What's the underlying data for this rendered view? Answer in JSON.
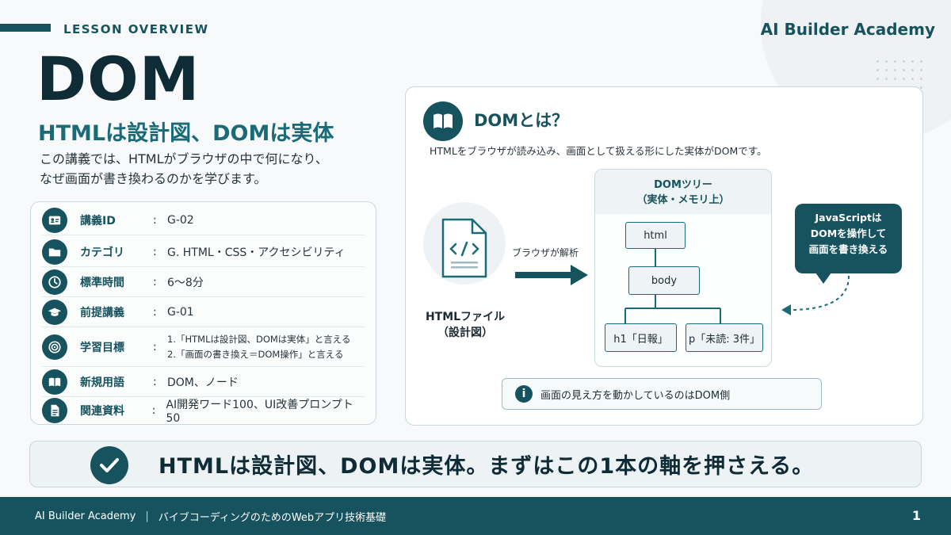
{
  "header": {
    "lesson_label": "LESSON OVERVIEW",
    "brand": "AI Builder Academy"
  },
  "title": "DOM",
  "subtitle": "HTMLは設計図、DOMは実体",
  "intro": [
    "この講義では、HTMLがブラウザの中で何になり、",
    "なぜ画面が書き換わるのかを学びます。"
  ],
  "info": [
    {
      "icon": "id-card-icon",
      "label": "講義ID",
      "value": "G-02"
    },
    {
      "icon": "folder-icon",
      "label": "カテゴリ",
      "value": "G. HTML・CSS・アクセシビリティ"
    },
    {
      "icon": "clock-icon",
      "label": "標準時間",
      "value": "6〜8分"
    },
    {
      "icon": "graduation-cap-icon",
      "label": "前提講義",
      "value": "G-01"
    },
    {
      "icon": "target-icon",
      "label": "学習目標",
      "goals": [
        "1.「HTMLは設計図、DOMは実体」と言える",
        "2.「画面の書き換え＝DOM操作」と言える"
      ]
    },
    {
      "icon": "book-icon",
      "label": "新規用語",
      "value": "DOM、ノード"
    },
    {
      "icon": "document-icon",
      "label": "関連資料",
      "value": "AI開発ワード100、UI改善プロンプト50"
    }
  ],
  "colon": ":",
  "panel": {
    "icon": "open-book-icon",
    "title": "DOMとは？",
    "desc": "HTMLをブラウザが読み込み、画面として扱える形にした実体がDOMです。",
    "file_label": [
      "HTMLファイル",
      "（設計図）"
    ],
    "parse_label": "ブラウザが解析",
    "tree_title": [
      "DOMツリー",
      "（実体・メモリ上）"
    ],
    "nodes": {
      "html": "html",
      "body": "body",
      "h1": "h1「日報」",
      "p": "p「未読: 3件」"
    },
    "bubble": [
      "JavaScriptは",
      "DOMを操作して",
      "画面を書き換える"
    ],
    "note": "画面の見え方を動かしているのはDOM側"
  },
  "key_message": "HTMLは設計図、DOMは実体。まずはこの1本の軸を押さえる。",
  "footer": {
    "brand": "AI Builder Academy",
    "separator": "|",
    "course": "バイブコーディングのためのWebアプリ技術基礎",
    "page": "1"
  },
  "colors": {
    "primary": "#17535e",
    "accent": "#1a6a78",
    "title": "#0f2b36"
  }
}
